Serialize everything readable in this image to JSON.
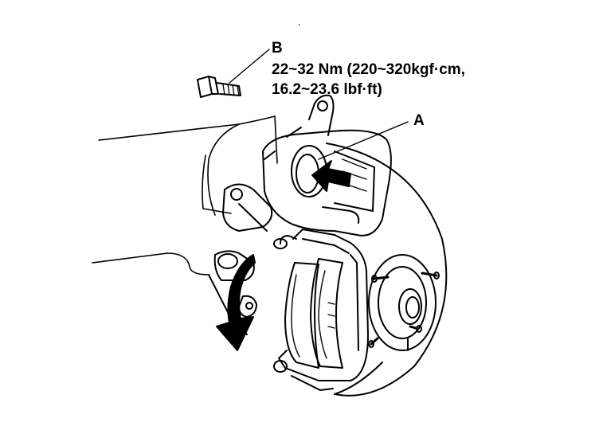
{
  "callouts": {
    "b": "B",
    "a": "A"
  },
  "torque_spec": {
    "line1": "22~32 Nm (220~320kgf·cm,",
    "line2": "16.2~23.6 lbf·ft)"
  },
  "colors": {
    "ink": "#000000",
    "paper": "#ffffff"
  }
}
